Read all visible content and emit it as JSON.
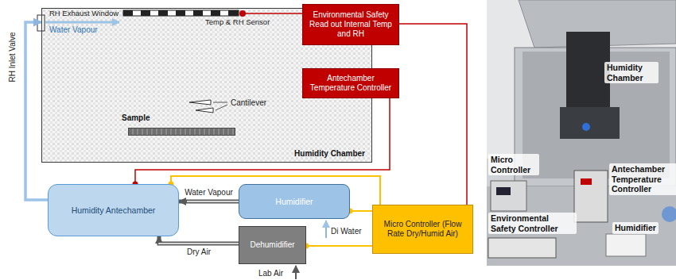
{
  "diagram": {
    "nodes": [
      {
        "text": [
          "Humidity Chamber"
        ]
      },
      {
        "text": [
          "Sample"
        ],
        "in": 0
      },
      {
        "text": [
          "Environmental Safety Read out Internal Temp and RH"
        ]
      },
      {
        "text": [
          "Antechamber Temperature Controller"
        ]
      },
      {
        "text": [
          "Humidity Antechamber"
        ]
      },
      {
        "text": [
          "Humidifier"
        ]
      },
      {
        "text": [
          "Dehumidifier"
        ]
      },
      {
        "text": [
          "Micro Controller (Flow Rate Dry/Humid Air)"
        ]
      }
    ],
    "edges": [
      {
        "from": 0,
        "to": 2,
        "arrow": "none"
      },
      {
        "from": 2,
        "to": 7,
        "arrow": "none"
      },
      {
        "from": 3,
        "to": 4,
        "arrow": "none"
      },
      {
        "from": 5,
        "to": 4,
        "label": "Water Vapour",
        "arrow": "to"
      },
      {
        "from": 6,
        "to": 4,
        "label": "Dry Air",
        "arrow": "to"
      },
      {
        "from": 4,
        "to": 0,
        "arrow": "to"
      },
      {
        "from": 7,
        "to": 4,
        "arrow": "none"
      },
      {
        "from": 7,
        "to": 5,
        "arrow": "none"
      },
      {
        "from": 7,
        "to": 6,
        "arrow": "none"
      }
    ],
    "labels": [
      "RH Exhaust Window",
      "Temp & RH Sensor",
      "Water Vapour",
      "Cantilever",
      "RH Inlet Valve",
      "Di Water",
      "Lab Air",
      "Humidity Chamber",
      "Micro Controller",
      "Antechamber Temperature Controller",
      "Environmental Safety Controller",
      "Humidifier"
    ]
  }
}
